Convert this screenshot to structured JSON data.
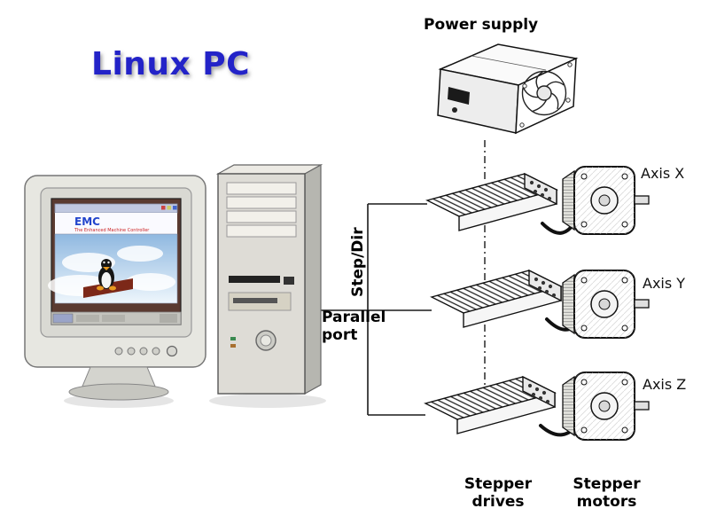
{
  "title": "Linux PC",
  "labels": {
    "power_supply": "Power supply",
    "step_dir": "Step/Dir",
    "parallel_port": "Parallel\nport",
    "stepper_drives": "Stepper\ndrives",
    "stepper_motors": "Stepper\nmotors"
  },
  "axes": [
    {
      "label": "Axis X"
    },
    {
      "label": "Axis Y"
    },
    {
      "label": "Axis Z"
    }
  ],
  "screen": {
    "logo": "EMC",
    "subtitle": "The Enhanced Machine Controller"
  },
  "colors": {
    "title_blue": "#2323c8",
    "label_color": "#000000",
    "emc_blue": "#2244cc",
    "emc_red": "#cc2222"
  }
}
